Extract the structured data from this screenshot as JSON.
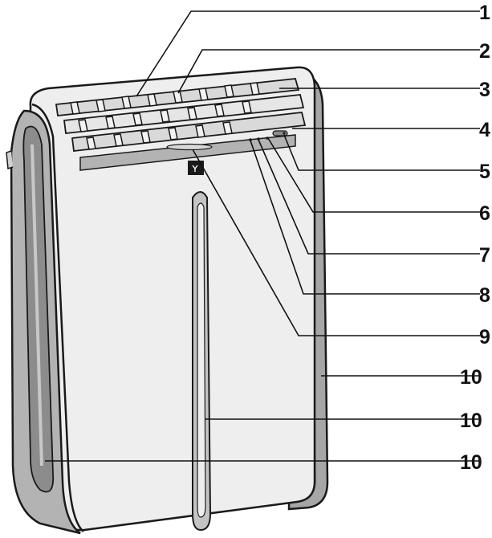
{
  "figure": {
    "subject": "portable air conditioner"
  },
  "callouts": [
    {
      "id": "c1",
      "label": "1"
    },
    {
      "id": "c2",
      "label": "2"
    },
    {
      "id": "c3",
      "label": "3"
    },
    {
      "id": "c4",
      "label": "4"
    },
    {
      "id": "c5",
      "label": "5"
    },
    {
      "id": "c6",
      "label": "6"
    },
    {
      "id": "c7",
      "label": "7"
    },
    {
      "id": "c8",
      "label": "8"
    },
    {
      "id": "c9",
      "label": "9"
    },
    {
      "id": "c10a",
      "label": "10"
    },
    {
      "id": "c10b",
      "label": "10"
    },
    {
      "id": "c10c",
      "label": "10"
    }
  ],
  "colors": {
    "body": "#eeeeee",
    "side_panel": "#a6a6a6",
    "side_panel_dark": "#8c8c8c",
    "grille": "#d9d9d9",
    "control_strip": "#b3b3b3",
    "outline": "#1a1a1a",
    "logo_bg": "#1a1a1a"
  }
}
